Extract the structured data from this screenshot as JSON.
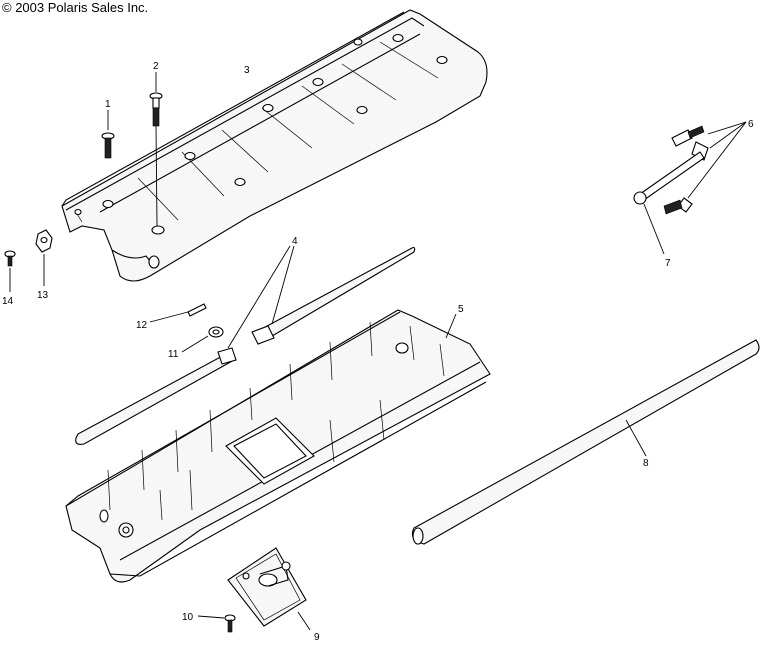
{
  "header": {
    "copyright": "© 2003 Polaris Sales Inc."
  },
  "callouts": [
    {
      "id": "1",
      "label": "1"
    },
    {
      "id": "2",
      "label": "2"
    },
    {
      "id": "3",
      "label": "3"
    },
    {
      "id": "4",
      "label": "4"
    },
    {
      "id": "5",
      "label": "5"
    },
    {
      "id": "6",
      "label": "6"
    },
    {
      "id": "7",
      "label": "7"
    },
    {
      "id": "8",
      "label": "8"
    },
    {
      "id": "9",
      "label": "9"
    },
    {
      "id": "10",
      "label": "10"
    },
    {
      "id": "11",
      "label": "11"
    },
    {
      "id": "12",
      "label": "12"
    },
    {
      "id": "13",
      "label": "13"
    },
    {
      "id": "14",
      "label": "14"
    }
  ]
}
